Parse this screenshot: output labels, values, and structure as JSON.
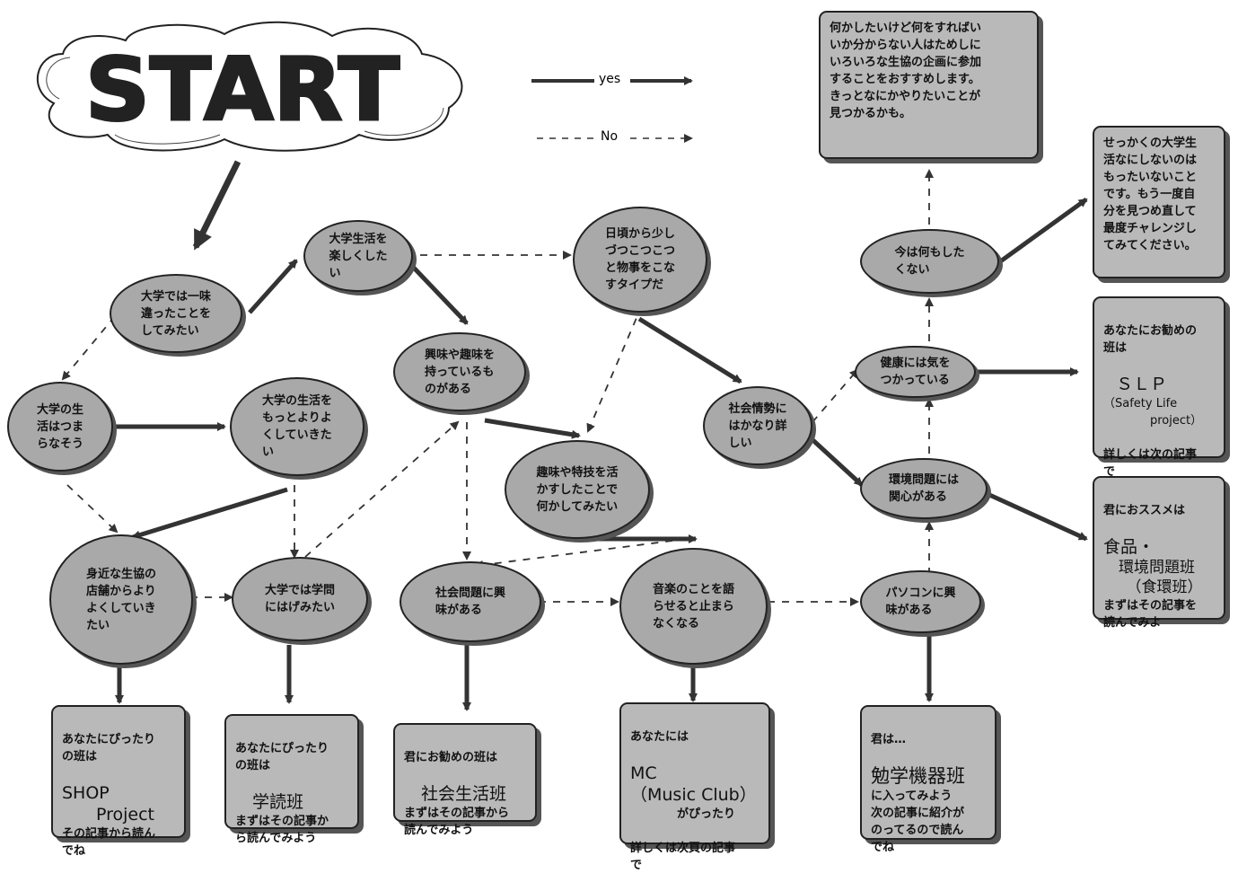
{
  "start": {
    "title": "START"
  },
  "legend": {
    "yes": "yes",
    "no": "No"
  },
  "nodes": {
    "n1": "大学では一味\n違ったことを\nしてみたい",
    "n2": "大学生活を\n楽しくした\nい",
    "n3": "日頃から少し\nづつこつこつ\nと物事をこな\nすタイプだ",
    "n4": "大学の生\n活はつま\nらなそう",
    "n5": "大学の生活を\nもっとよりよ\nくしていきた\nい",
    "n6": "興味や趣味を\n持っているも\nのがある",
    "n7": "社会情勢に\nはかなり詳\nしい",
    "n8": "今は何もした\nくない",
    "n9": "健康には気を\nつかっている",
    "n10": "趣味や特技を活\nかすしたことで\n何かしてみたい",
    "n11": "環境問題には\n関心がある",
    "n12": "身近な生協の\n店舗からより\nよくしていき\nたい",
    "n13": "大学では学問\nにはげみたい",
    "n14": "社会問題に興\n味がある",
    "n15": "音楽のことを語\nらせると止まら\nなくなる",
    "n16": "パソコンに興\n味がある"
  },
  "boxes": {
    "top": "何かしたいけど何をすればい\nいか分からない人はためしに\nいろいろな生協の企画に参加\nすることをおすすめします。\nきっとなにかやりたいことが\n見つかるかも。",
    "retry": "せっかくの大学生\n活なにしないのは\nもったいないこと\nです。もう一度自\n分を見つめ直して\n最度チャレンジし\nてみてください。",
    "slp_a": "あなたにお勧めの\n班は",
    "slp_big": "ＳＬＰ",
    "slp_b": "（Safety Life\n　　　　project）",
    "slp_c": "詳しくは次の記事\nで",
    "food_a": "君におススメは",
    "food_big1": "食品・",
    "food_big2": "　環境問題班\n　　（食環班）",
    "food_c": "まずはその記事を\n読んでみよ",
    "shop_a": "あなたにぴったり\nの班は",
    "shop_big1": "SHOP",
    "shop_big2": "　　Project",
    "shop_c": "その記事から読ん\nでね",
    "gaku_a": "あなたにぴったり\nの班は",
    "gaku_big": "　学読班",
    "gaku_c": "まずはその記事か\nら読んでみよう",
    "shakai_a": "君にお勧めの班は",
    "shakai_big": "　社会生活班",
    "shakai_c": "まずはその記事から\n読んでみよう",
    "mc_a": "あなたには",
    "mc_big": "MC\n（Music Club）",
    "mc_b": "　　　　がぴったり",
    "mc_c": "詳しくは次頁の記事\nで",
    "pc_a": "君は…",
    "pc_big": "勉学機器班",
    "pc_c": "に入ってみよう\n次の記事に紹介が\nのってるので読ん\nでね"
  }
}
